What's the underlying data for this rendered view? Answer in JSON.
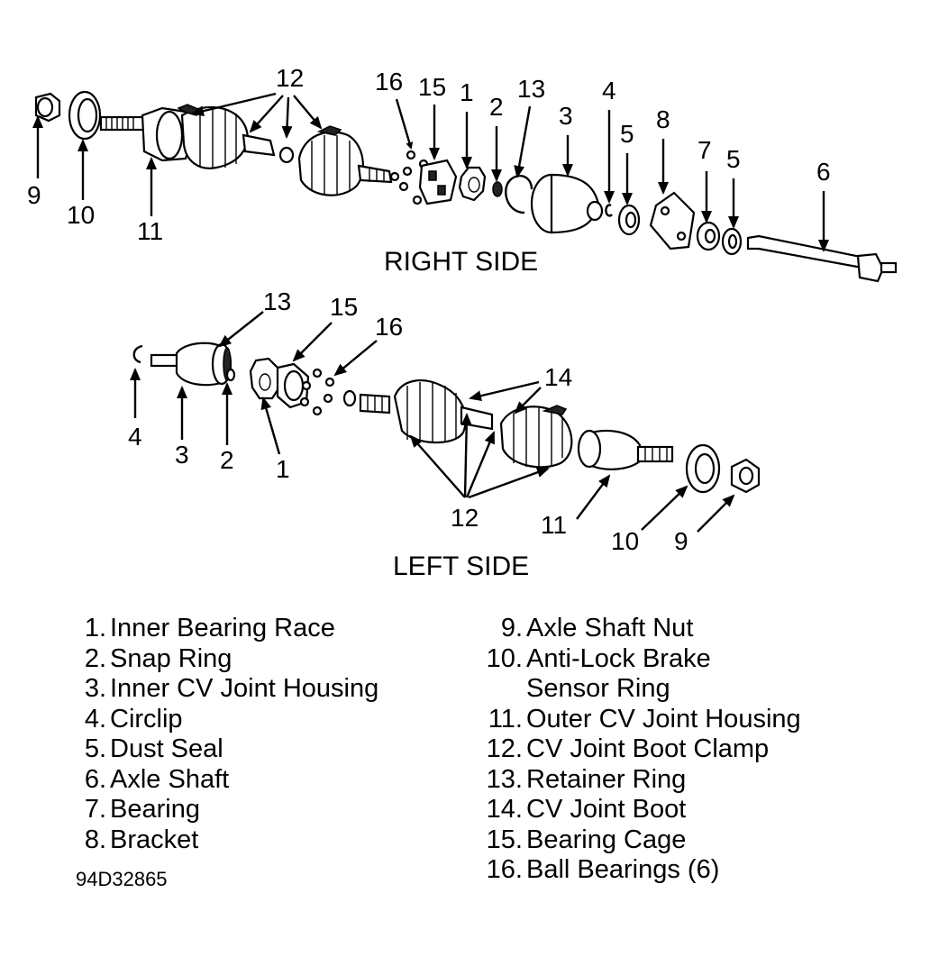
{
  "diagram": {
    "right_side_label": "RIGHT SIDE",
    "left_side_label": "LEFT SIDE",
    "callouts": {
      "r9": "9",
      "r10": "10",
      "r11": "11",
      "r12": "12",
      "r16": "16",
      "r15": "15",
      "r1": "1",
      "r2": "2",
      "r13": "13",
      "r3": "3",
      "r4": "4",
      "r5a": "5",
      "r8": "8",
      "r7": "7",
      "r5b": "5",
      "r6": "6",
      "l13": "13",
      "l15": "15",
      "l16": "16",
      "l4": "4",
      "l3": "3",
      "l2": "2",
      "l1": "1",
      "l14": "14",
      "l12": "12",
      "l11": "11",
      "l10": "10",
      "l9": "9"
    }
  },
  "legend": {
    "left": [
      {
        "num": "1.",
        "text": "Inner Bearing Race"
      },
      {
        "num": "2.",
        "text": "Snap Ring"
      },
      {
        "num": "3.",
        "text": "Inner CV Joint Housing"
      },
      {
        "num": "4.",
        "text": "Circlip"
      },
      {
        "num": "5.",
        "text": "Dust Seal"
      },
      {
        "num": "6.",
        "text": "Axle Shaft"
      },
      {
        "num": "7.",
        "text": "Bearing"
      },
      {
        "num": "8.",
        "text": "Bracket"
      }
    ],
    "right": [
      {
        "num": "9.",
        "text": "Axle Shaft Nut"
      },
      {
        "num": "10.",
        "text": "Anti-Lock Brake"
      },
      {
        "num": "",
        "text": "Sensor Ring"
      },
      {
        "num": "11.",
        "text": "Outer CV Joint Housing"
      },
      {
        "num": "12.",
        "text": "CV Joint Boot Clamp"
      },
      {
        "num": "13.",
        "text": "Retainer Ring"
      },
      {
        "num": "14.",
        "text": "CV Joint Boot"
      },
      {
        "num": "15.",
        "text": "Bearing Cage"
      },
      {
        "num": "16.",
        "text": "Ball Bearings (6)"
      }
    ]
  },
  "figure_id": "94D32865"
}
